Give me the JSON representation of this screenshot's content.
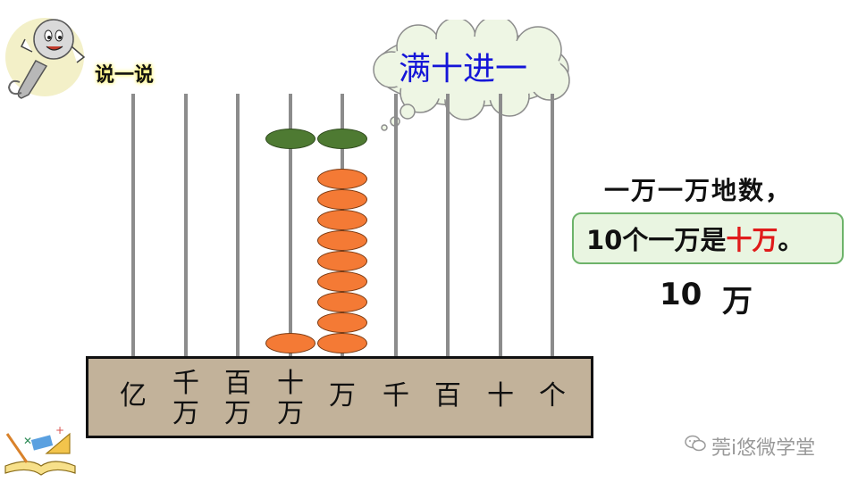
{
  "speaker_label": "说一说",
  "cloud_text": "满十进一",
  "colors": {
    "cloud_text": "#1515d8",
    "highlight": "#e01b1b",
    "box_bg": "#e9f5e1",
    "box_border": "#6db36a"
  },
  "place_values": [
    {
      "line1": "亿",
      "line2": ""
    },
    {
      "line1": "千",
      "line2": "万"
    },
    {
      "line1": "百",
      "line2": "万"
    },
    {
      "line1": "十",
      "line2": "万"
    },
    {
      "line1": "万",
      "line2": ""
    },
    {
      "line1": "千",
      "line2": ""
    },
    {
      "line1": "百",
      "line2": ""
    },
    {
      "line1": "十",
      "line2": ""
    },
    {
      "line1": "个",
      "line2": ""
    }
  ],
  "beads": {
    "ten_thousand_rod_orange": 9,
    "hundred_thousand_rod_orange": 1,
    "green_beads": 2
  },
  "right_text": {
    "line1": "一万一万地数，",
    "line2_prefix": "10个一万是",
    "line2_highlight": "十万",
    "line2_suffix": "。",
    "number": "10",
    "unit": "万"
  },
  "watermark": "莞i悠微学堂",
  "icons": {
    "speaker": "microphone-mascot-icon",
    "corner": "study-tools-icon",
    "watermark": "wechat-icon"
  }
}
